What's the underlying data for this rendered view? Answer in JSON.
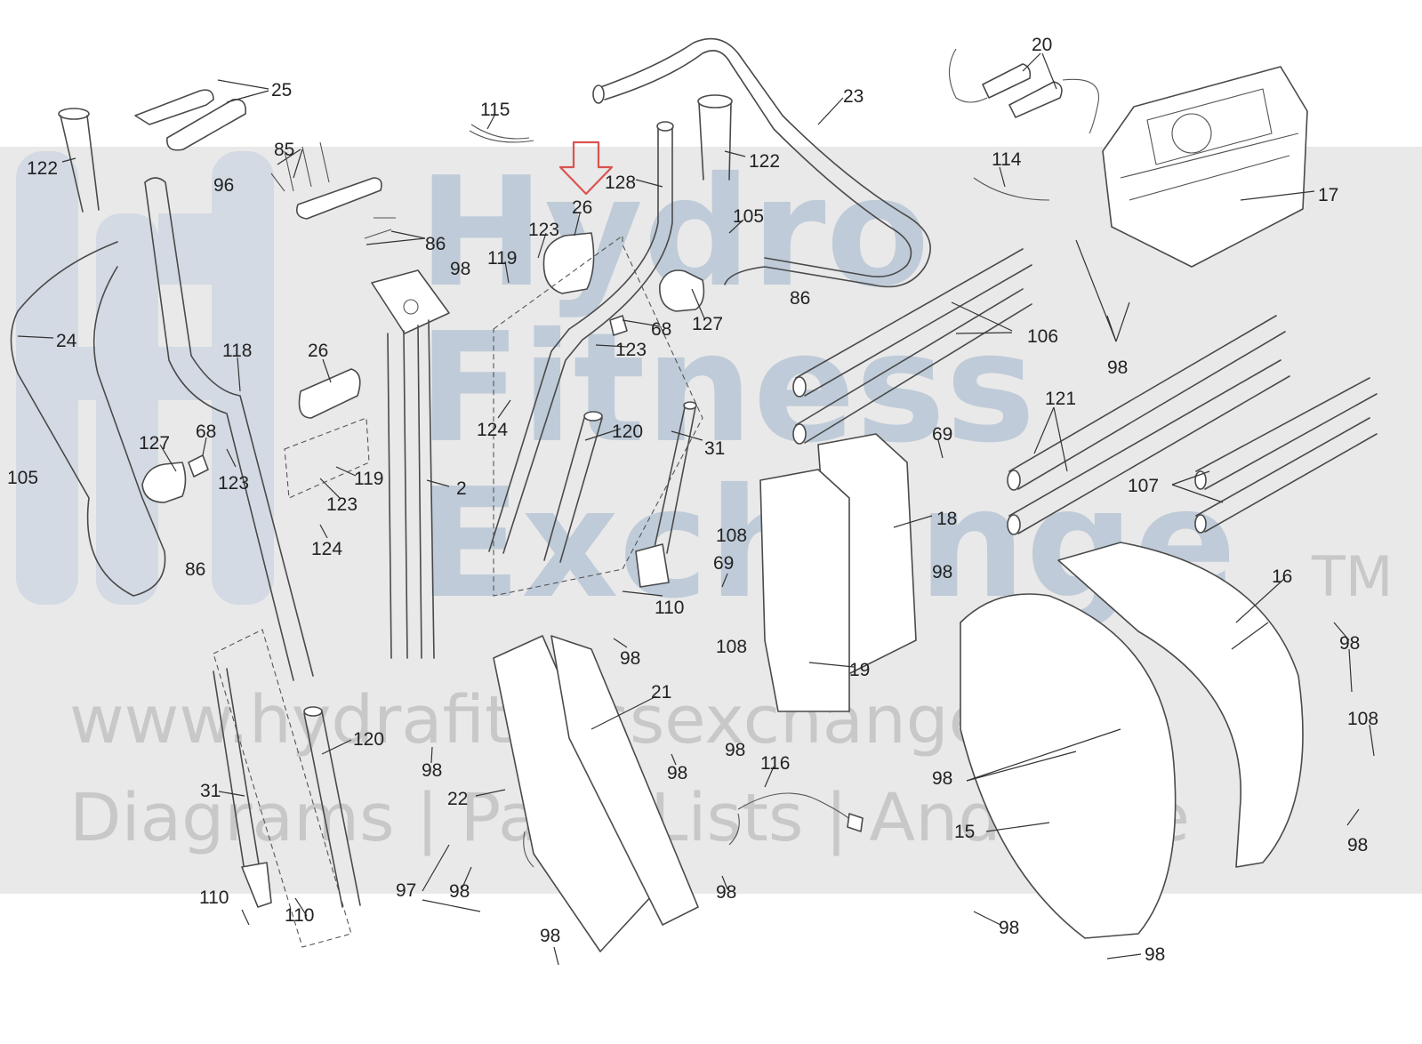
{
  "watermark": {
    "brand_line1": "Hydro",
    "brand_line2": "Fitness",
    "brand_line3": "Exchange",
    "trademark": "TM",
    "url": "www.hydrafitnessexchange.com",
    "tagline": "Diagrams | Parts Lists | And More"
  },
  "colors": {
    "watermark_band": "#e9e9e9",
    "watermark_logo": "#b8c6d6",
    "line_art": "#4a4a4a",
    "highlight_arrow": "#d9534f"
  },
  "callouts": {
    "c20": "20",
    "c25": "25",
    "c115": "115",
    "c23": "23",
    "c122a": "122",
    "c122b": "122",
    "c96": "96",
    "c85": "85",
    "c114": "114",
    "c17": "17",
    "c128": "128",
    "c26a": "26",
    "c105a": "105",
    "c123a": "123",
    "c119a": "119",
    "c98a": "98",
    "c86a": "86",
    "c86b": "86",
    "c24": "24",
    "c68a": "68",
    "c127a": "127",
    "c106": "106",
    "c123b": "123",
    "c98b": "98",
    "c118": "118",
    "c26b": "26",
    "c121": "121",
    "c124a": "124",
    "c120a": "120",
    "c31a": "31",
    "c127b": "127",
    "c68b": "68",
    "c69a": "69",
    "c123c": "123",
    "c105b": "105",
    "c119b": "119",
    "c2": "2",
    "c107": "107",
    "c18": "18",
    "c108a": "108",
    "c123d": "123",
    "c124b": "124",
    "c69b": "69",
    "c98c": "98",
    "c16": "16",
    "c86c": "86",
    "c110a": "110",
    "c98d": "98",
    "c108b": "108",
    "c98e": "98",
    "c21": "21",
    "c19": "19",
    "c108c": "108",
    "c120b": "120",
    "c98f": "98",
    "c98g": "98",
    "c116": "116",
    "c98h": "98",
    "c31b": "31",
    "c22": "22",
    "c15": "15",
    "c98i": "98",
    "c97": "97",
    "c98j": "98",
    "c98k": "98",
    "c110b": "110",
    "c110c": "110",
    "c98l": "98",
    "c98m": "98",
    "c98n": "98"
  }
}
